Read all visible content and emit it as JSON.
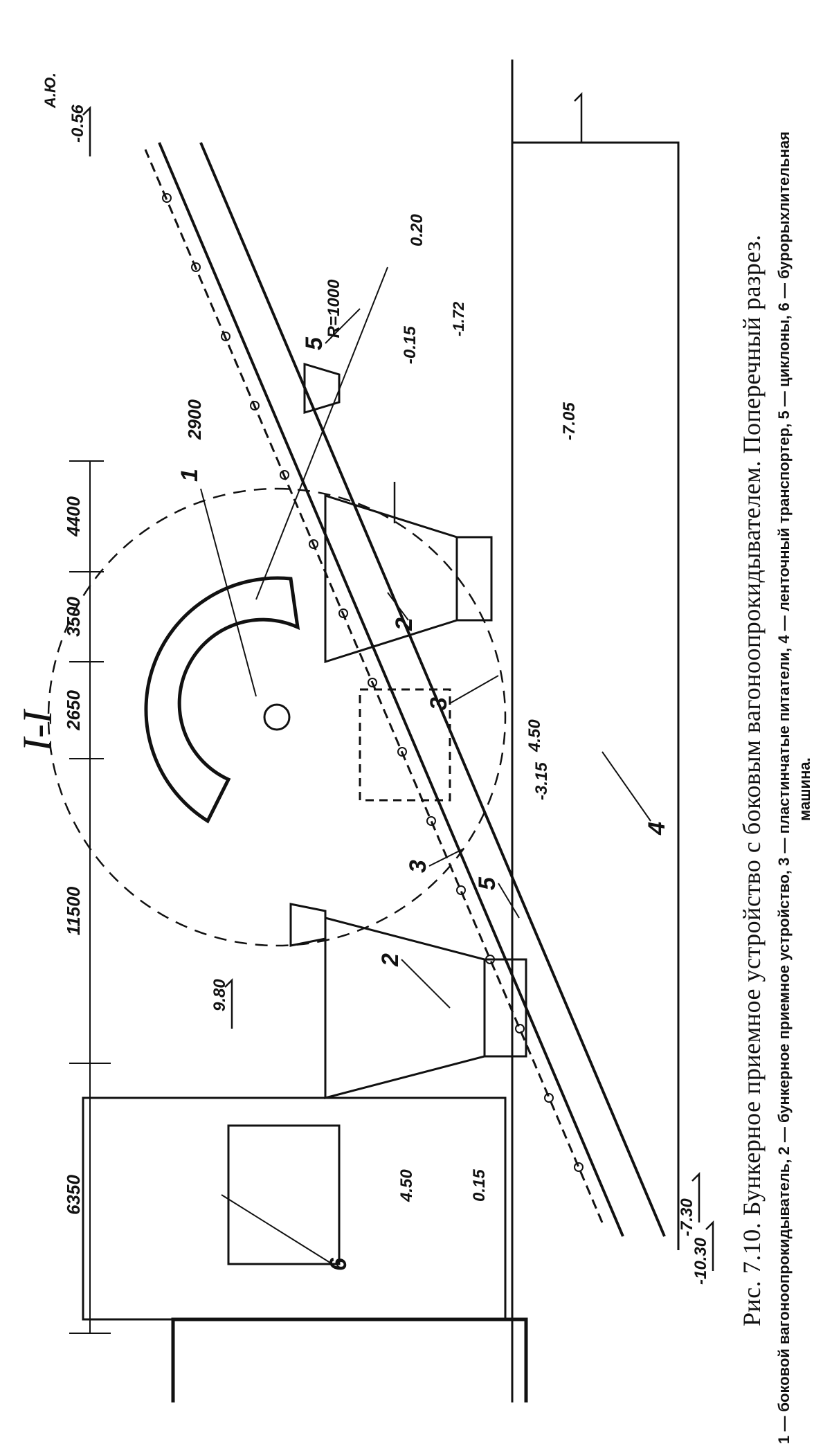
{
  "section_label": "I-I",
  "caption": {
    "title": "Рис. 7.10. Бункерное приемное устройство с боковым вагоноопрокидывателем. Поперечный разрез.",
    "legend_line1": "1 — боковой вагоноопрокидыватель, 2 — бункерное приемное устройство, 3 — пластинчатые питатели, 4 — ленточный транспортер, 5 — циклоны, 6 — бурорыхлительная",
    "legend_line2": "машина."
  },
  "dimensions": {
    "d6350": "6350",
    "d11500": "11500",
    "d2650": "2650",
    "d3500": "3500",
    "d4400": "4400",
    "d2900": "2900",
    "radius": "R=1000"
  },
  "elevations": {
    "e980": "9.80",
    "e450a": "4.50",
    "e450b": "4.50",
    "e015a": "0.15",
    "e315": "-3.15",
    "e015b": "-0.15",
    "e172": "-1.72",
    "e020": "0.20",
    "e056": "-0.56",
    "e705": "-7.05",
    "e730": "-7.30",
    "e1030": "-10.30"
  },
  "callouts": {
    "c1": "1",
    "c2a": "2",
    "c2b": "2",
    "c3a": "3",
    "c3b": "3",
    "c4": "4",
    "c5a": "5",
    "c5b": "5",
    "c6": "6"
  },
  "stamp": "А.Ю."
}
